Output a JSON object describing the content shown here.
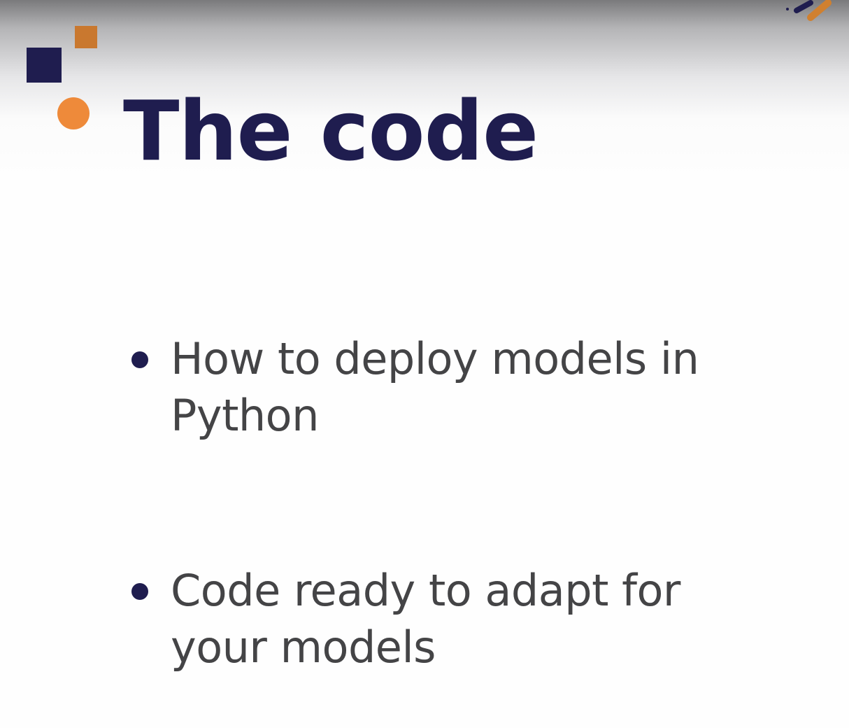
{
  "slide": {
    "title": "The code",
    "bullets": [
      {
        "text": "How to deploy models in Python"
      },
      {
        "text": "Code ready to adapt for your models"
      }
    ],
    "colors": {
      "navy": "#1f1d4f",
      "orange": "#ee8a3a",
      "dark_orange": "#c9782f",
      "text": "#444446"
    },
    "decorations": [
      "navy-square",
      "orange-square",
      "orange-circle",
      "corner-logo"
    ]
  }
}
